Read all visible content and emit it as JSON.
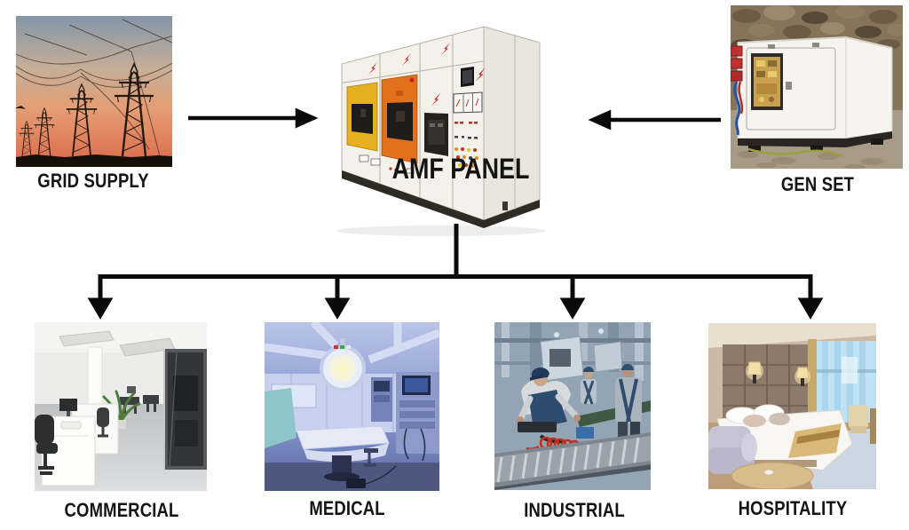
{
  "diagram": {
    "panel": {
      "label": "AMF PANEL"
    },
    "sources": [
      {
        "id": "grid-supply",
        "label": "GRID SUPPLY"
      },
      {
        "id": "gen-set",
        "label": "GEN SET"
      }
    ],
    "loads": [
      {
        "id": "commercial",
        "label": "COMMERCIAL"
      },
      {
        "id": "medical",
        "label": "MEDICAL"
      },
      {
        "id": "industrial",
        "label": "INDUSTRIAL"
      },
      {
        "id": "hospitality",
        "label": "HOSPITALITY"
      }
    ],
    "icons": [
      {
        "name": "lightning-bolt-icon",
        "meaning": "power / danger symbol on panel doors"
      },
      {
        "name": "arrow-icon",
        "meaning": "power flow direction"
      }
    ],
    "colors": {
      "background": "#ffffff",
      "connector": "#0b0b0b",
      "label_text": "#141414",
      "panel_body": "#f3f1ea",
      "panel_yellow_door": "#e7b01e",
      "panel_orange_door": "#e2701d",
      "panel_bolt_red": "#c92020",
      "sunset_orange": "#e07a52",
      "medical_blue": "#8292cc"
    }
  }
}
